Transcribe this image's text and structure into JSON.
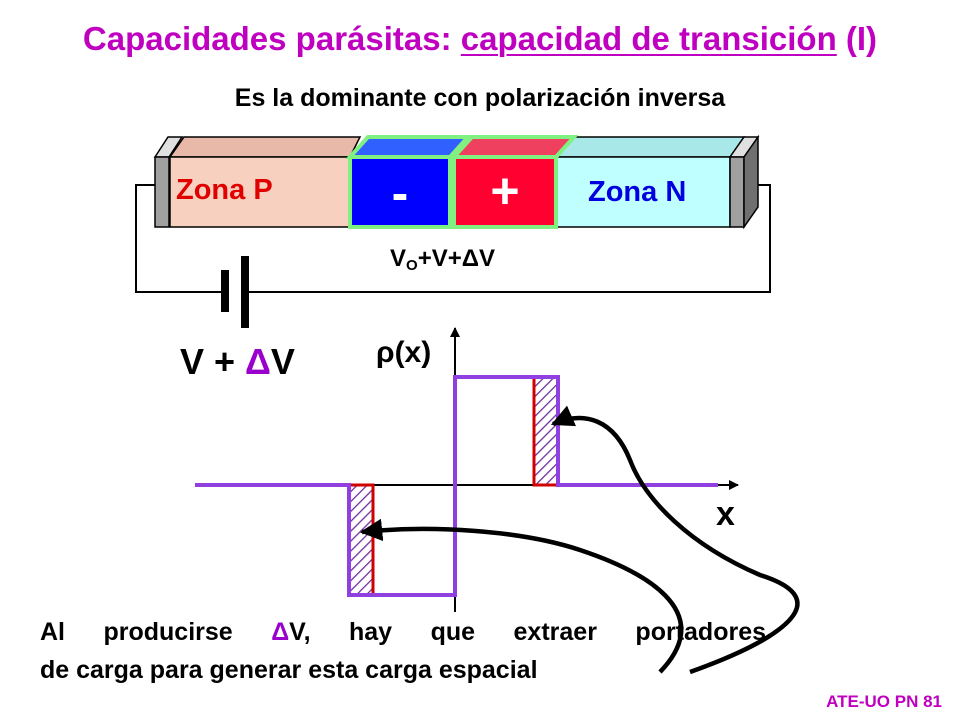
{
  "header": {
    "title_prefix": "Capacidades parásitas: ",
    "title_underlined": "capacidad de transición",
    "title_suffix": " (I)",
    "subtitle": "Es la dominante con polarización inversa"
  },
  "diode": {
    "zona_p": "Zona P",
    "zona_n": "Zona N",
    "minus_sign": "-",
    "plus_sign": "+",
    "junction_voltage": {
      "v": "V",
      "sub": "O",
      "rest": "+V+",
      "delta": "Δ",
      "end": "V"
    }
  },
  "source": {
    "prefix": "V + ",
    "delta": "Δ",
    "suffix": "V"
  },
  "plot": {
    "ylabel_rho": "ρ",
    "ylabel_rest": "(x)",
    "xlabel": "x"
  },
  "caption": {
    "line1_a": "Al producirse ",
    "line1_delta": "Δ",
    "line1_v": "V",
    "line1_b": ", hay que extraer portadores",
    "line2": "de carga para generar esta carga espacial"
  },
  "footer": "ATE-UO PN 81",
  "colors": {
    "title": "#c000c0",
    "zona_p_fill": "#f8d0c0",
    "zona_n_fill": "#c0ffff",
    "minus_block": "#0000ff",
    "plus_block": "#ff0030",
    "block_border": "#80f080",
    "rho_curve": "#9040e0",
    "delta_edge": "#d00000"
  }
}
